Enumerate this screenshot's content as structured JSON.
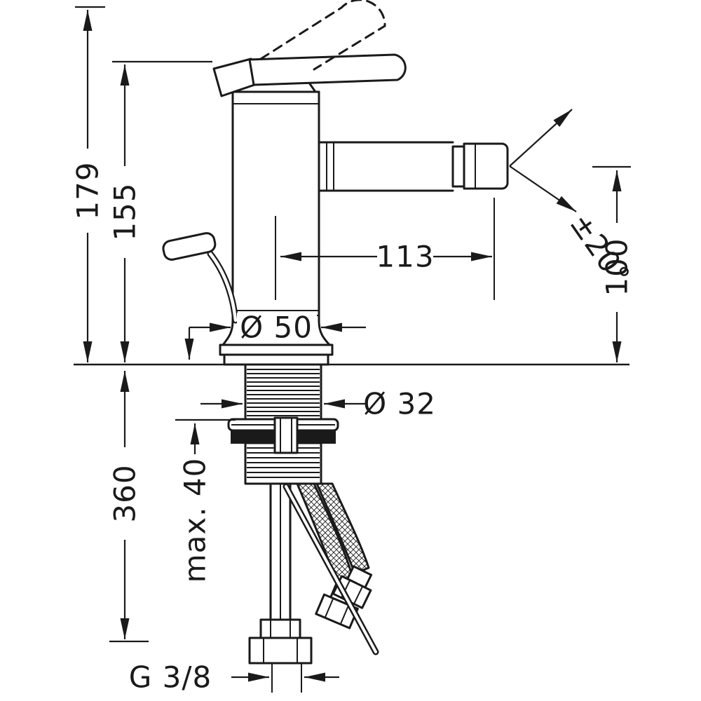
{
  "colors": {
    "line": "#1a1a1a",
    "background": "#ffffff"
  },
  "labels": {
    "total_height": "179",
    "body_height": "155",
    "spout_reach": "113",
    "outlet_height": "100",
    "swivel_range": "±20°",
    "body_diameter": "Ø 50",
    "hole_diameter": "Ø 32",
    "max_thickness": "max. 40",
    "hose_length": "360",
    "connection_thread": "G 3/8"
  }
}
